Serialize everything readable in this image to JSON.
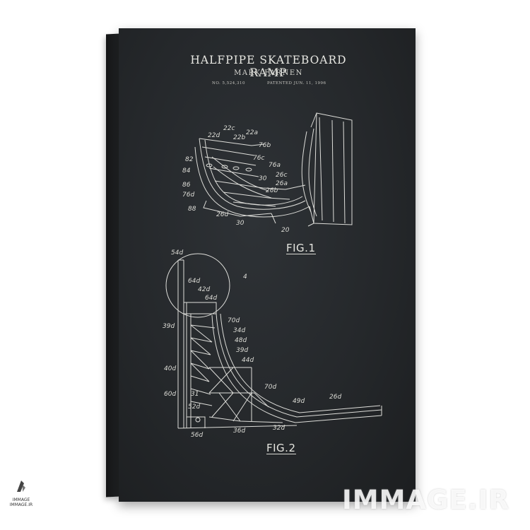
{
  "poster": {
    "title": "HALFPIPE SKATEBOARD RAMP",
    "inventor": "MARK FARNEN",
    "patent_no": "NO. 5,524,310",
    "patent_date": "PATENTED JUN. 11, 1996",
    "fig1_label": "FIG.1",
    "fig2_label": "FIG.2"
  },
  "fig1_callouts": [
    "22c",
    "22d",
    "22b",
    "22a",
    "82",
    "76b",
    "76c",
    "84",
    "76a",
    "86",
    "30",
    "26c",
    "76d",
    "26a",
    "26b",
    "88",
    "26d",
    "30",
    "20"
  ],
  "fig2_callouts": [
    "54d",
    "4",
    "64d",
    "42d",
    "64d",
    "39d",
    "70d",
    "34d",
    "48d",
    "39d",
    "44d",
    "40d",
    "70d",
    "60d",
    "31",
    "49d",
    "26d",
    "52d",
    "36d",
    "32d",
    "56d"
  ],
  "logo": {
    "line1": "IMMAGE",
    "line2": "IMMAGE.IR"
  },
  "watermark": "IMMAGE.IR",
  "colors": {
    "canvas": "#25282b",
    "ink": "#e6e6e0",
    "background": "#ffffff"
  }
}
